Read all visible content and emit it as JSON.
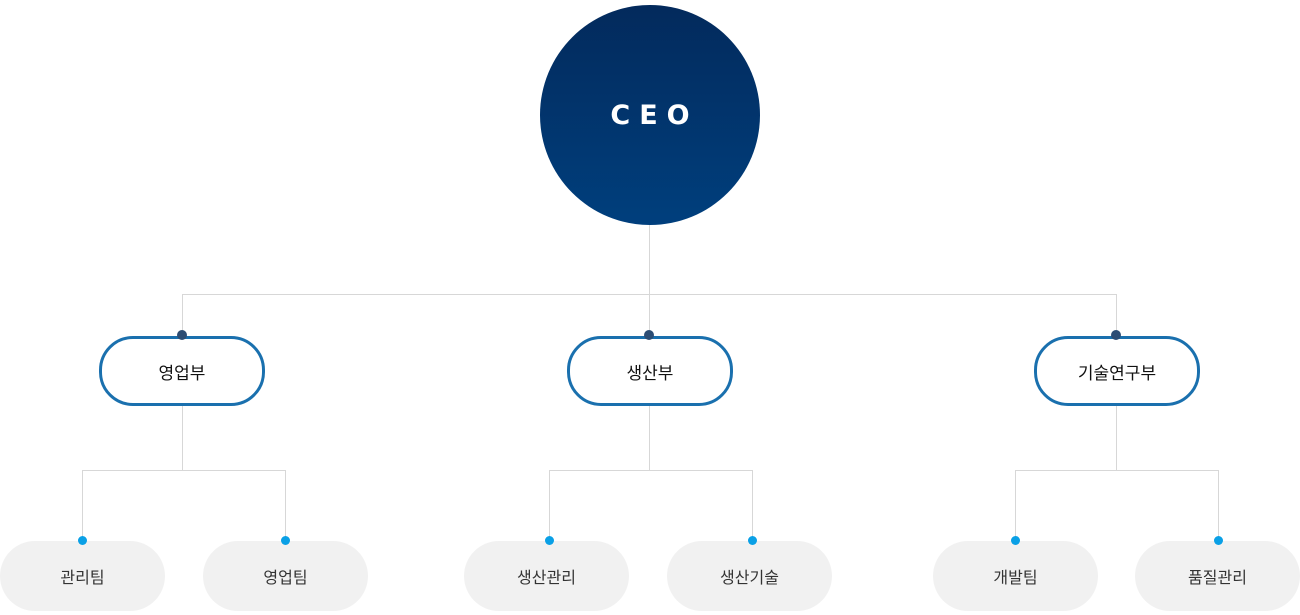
{
  "org_chart": {
    "root": {
      "label": "CEO"
    },
    "departments": [
      {
        "label": "영업부",
        "teams": [
          {
            "label": "관리팀"
          },
          {
            "label": "영업팀"
          }
        ]
      },
      {
        "label": "생산부",
        "teams": [
          {
            "label": "생산관리"
          },
          {
            "label": "생산기술"
          }
        ]
      },
      {
        "label": "기술연구부",
        "teams": [
          {
            "label": "개발팀"
          },
          {
            "label": "품질관리"
          }
        ]
      }
    ]
  },
  "colors": {
    "root_fill_top": "#032a5c",
    "root_fill_bottom": "#003f7d",
    "department_border": "#1a70ae",
    "department_dot": "#2d4d74",
    "team_dot": "#0aa0e6",
    "team_fill": "#f1f1f1",
    "connector_line": "#d7d7d7"
  }
}
